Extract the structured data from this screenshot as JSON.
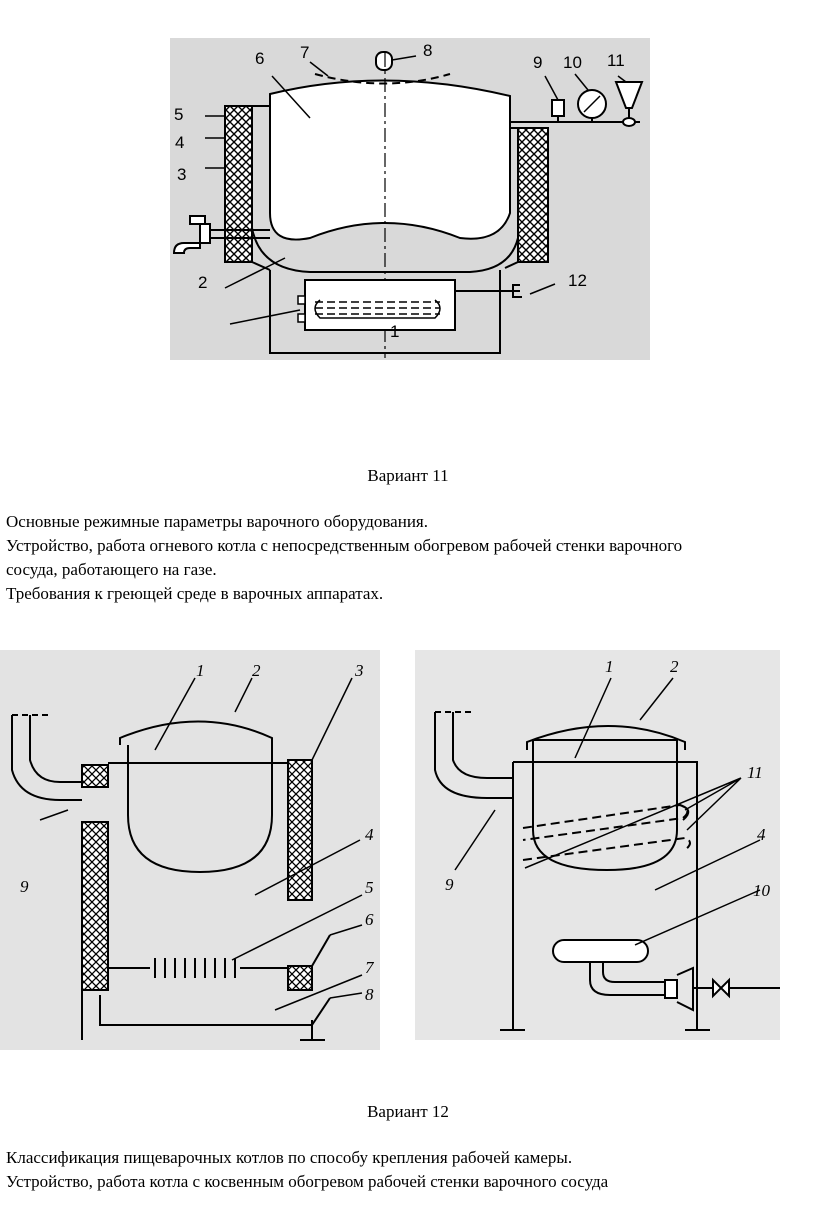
{
  "figure1": {
    "labels": [
      "1",
      "2",
      "3",
      "4",
      "5",
      "6",
      "7",
      "8",
      "9",
      "10",
      "11",
      "12"
    ]
  },
  "variant11": {
    "title": "Вариант 11",
    "lines": [
      "Основные режимные параметры варочного оборудования.",
      "Устройство, работа огневого котла с непосредственным обогревом рабочей стенки варочного",
      "сосуда, работающего на  газе.",
      "Требования к греющей среде в варочных аппаратах."
    ]
  },
  "figure2": {
    "labels": [
      "1",
      "2",
      "3",
      "4",
      "5",
      "6",
      "7",
      "8",
      "9"
    ]
  },
  "figure3": {
    "labels": [
      "1",
      "2",
      "11",
      "4",
      "10",
      "9"
    ]
  },
  "variant12": {
    "title": "Вариант 12",
    "lines": [
      "Классификация пищеварочных котлов по способу крепления  рабочей камеры.",
      "Устройство, работа котла с косвенным обогревом рабочей стенки варочного сосуда"
    ]
  }
}
